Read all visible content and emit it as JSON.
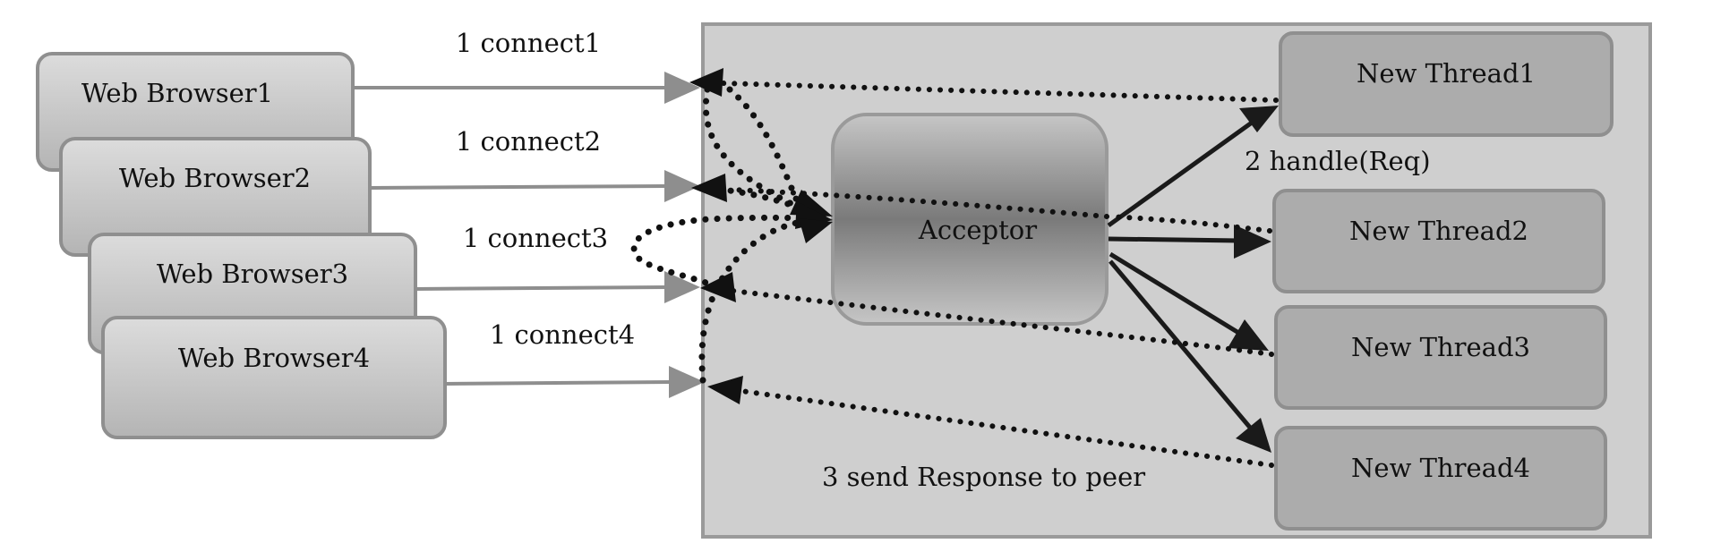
{
  "colors": {
    "server_bg": "#cfcfcf",
    "server_border": "#9a9a9a",
    "browser_fill_top": "#dcdcdc",
    "browser_fill_bottom": "#b6b6b6",
    "browser_border": "#8f8f8f",
    "thread_fill": "#acacac",
    "thread_border": "#8f8f8f",
    "acceptor_light": "#c4c4c4",
    "acceptor_dark": "#7c7c7c",
    "connect_arrow": "#8e8e8e",
    "dispatch_arrow": "#1a1a1a",
    "dotted": "#111111"
  },
  "browsers": [
    {
      "label": "Web Browser1"
    },
    {
      "label": "Web Browser2"
    },
    {
      "label": "Web Browser3"
    },
    {
      "label": "Web Browser4"
    }
  ],
  "connects": [
    {
      "label": "1 connect1"
    },
    {
      "label": "1 connect2"
    },
    {
      "label": "1 connect3"
    },
    {
      "label": "1 connect4"
    }
  ],
  "acceptor": {
    "label": "Acceptor"
  },
  "threads": [
    {
      "label": "New Thread1"
    },
    {
      "label": "New Thread2"
    },
    {
      "label": "New Thread3"
    },
    {
      "label": "New Thread4"
    }
  ],
  "handle_label": "2 handle(Req)",
  "response_label": "3 send Response to peer"
}
